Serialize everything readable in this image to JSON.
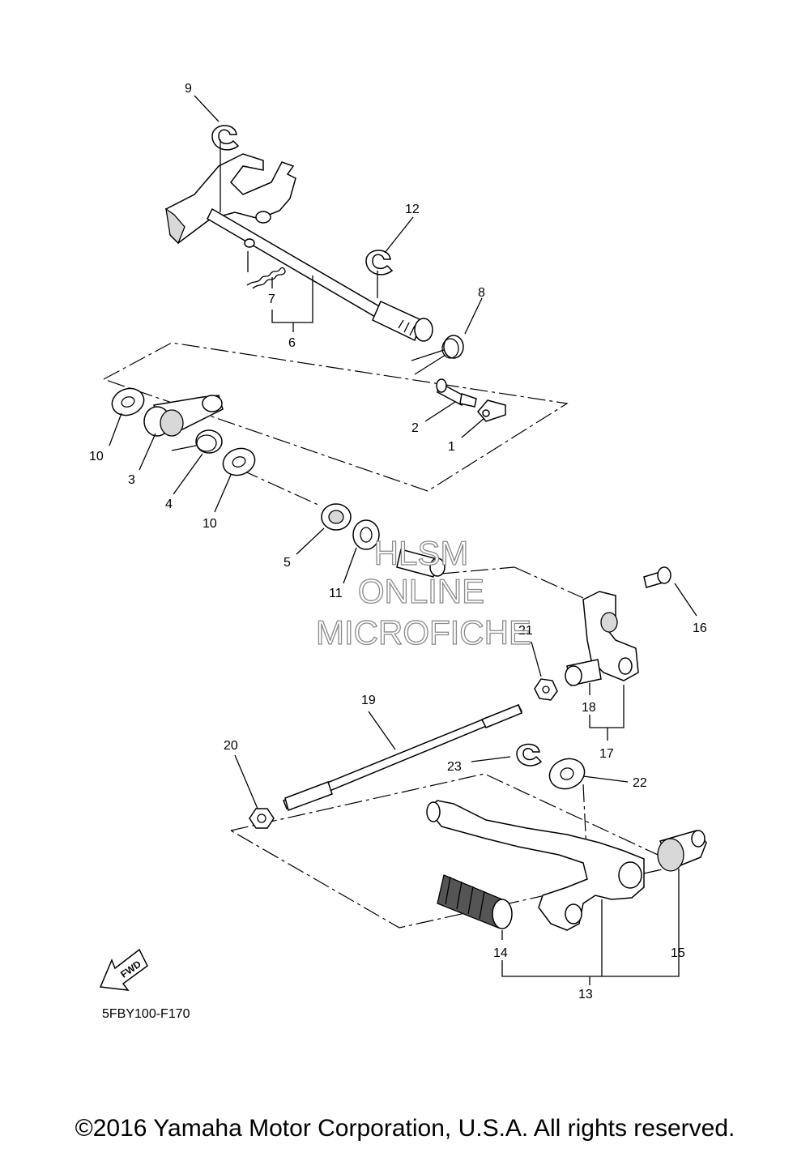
{
  "labels": {
    "1": "1",
    "2": "2",
    "3": "3",
    "4": "4",
    "5": "5",
    "6": "6",
    "7": "7",
    "8": "8",
    "9": "9",
    "10a": "10",
    "10b": "10",
    "11": "11",
    "12": "12",
    "13": "13",
    "14": "14",
    "15": "15",
    "16": "16",
    "17": "17",
    "18": "18",
    "19": "19",
    "20": "20",
    "21": "21",
    "22": "22",
    "23": "23"
  },
  "watermark": {
    "line1": "HLSM",
    "line2": "ONLINE",
    "line3": "MICROFICHE"
  },
  "fwd_badge": "FWD",
  "diagram_code": "5FBY100-F170",
  "copyright": "©2016 Yamaha Motor Corporation, U.S.A. All rights reserved."
}
